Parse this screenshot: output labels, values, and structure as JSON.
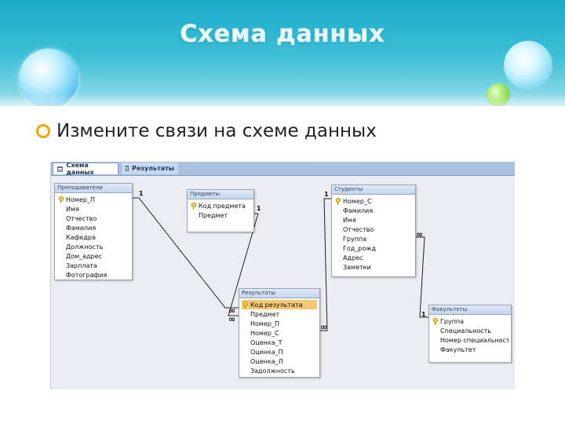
{
  "slide": {
    "title": "Схема данных",
    "bullet": "Измените связи на схеме данных"
  },
  "tabs": [
    {
      "label": "Схема данных",
      "active": true
    },
    {
      "label": "Результаты",
      "active": false
    }
  ],
  "tables": {
    "teachers": {
      "title": "Преподаватели",
      "fields": [
        "Номер_П",
        "Имя",
        "Отчество",
        "Фамилия",
        "Кафедра",
        "Должность",
        "Дом_адрес",
        "Зарплата",
        "Фотография"
      ],
      "key_index": 0
    },
    "subjects": {
      "title": "Предметы",
      "fields": [
        "Код предмета",
        "Предмет"
      ],
      "key_index": 0
    },
    "students": {
      "title": "Студенты",
      "fields": [
        "Номер_С",
        "Фамилия",
        "Имя",
        "Отчество",
        "Группа",
        "Год_рожд",
        "Адрес",
        "Заметки"
      ],
      "key_index": 0
    },
    "results": {
      "title": "Результаты",
      "fields": [
        "Код результата",
        "Предмет",
        "Номер_П",
        "Номер_С",
        "Оценка_Т",
        "Оценка_П",
        "Оценка_Л",
        "Задолжность"
      ],
      "key_index": 0,
      "highlighted_index": 0
    },
    "faculties": {
      "title": "Факультеты",
      "fields": [
        "Группа",
        "Специальность",
        "Номер специальности",
        "Факультет"
      ],
      "key_index": 0
    }
  },
  "relation_labels": {
    "one": "1",
    "many": "∞"
  },
  "colors": {
    "accent_bullet": "#f0a800",
    "header_teal": "#1aa9c8",
    "highlight_field": "#f7c870",
    "table_title_text": "#27456e"
  },
  "icons": {
    "bullet": "ring-bullet-icon",
    "tab": "table-grid-icon",
    "key": "primary-key-icon"
  }
}
